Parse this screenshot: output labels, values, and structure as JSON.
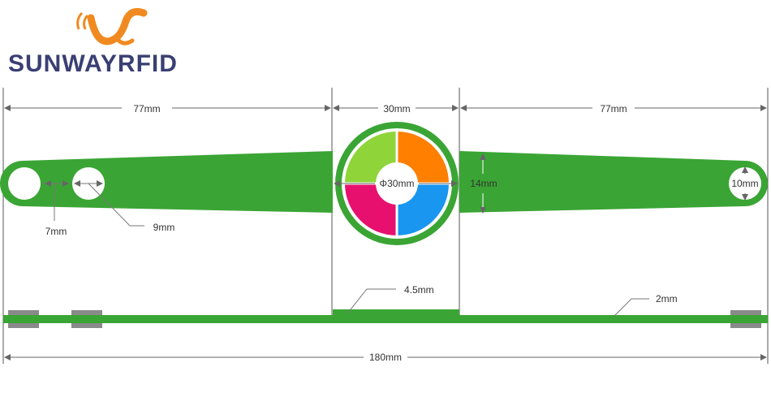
{
  "brand": {
    "name": "SUNWAYRFID",
    "colors": {
      "text": "#3a3f73",
      "mark": "#f08a20"
    }
  },
  "colors": {
    "band": "#3aa534",
    "segment_green": "#8fd53a",
    "segment_orange": "#ff7f00",
    "segment_pink": "#e8106e",
    "segment_blue": "#1896f0",
    "clasp": "#8a8a8a",
    "line": "#555555"
  },
  "dimensions": {
    "left_length": "77mm",
    "center_width": "30mm",
    "right_length": "77mm",
    "diameter": "Φ30mm",
    "band_width": "14mm",
    "end_hole": "10mm",
    "hole_gap": "7mm",
    "hole_dia": "9mm",
    "center_thickness": "4.5mm",
    "strap_thickness": "2mm",
    "total_length": "180mm"
  }
}
